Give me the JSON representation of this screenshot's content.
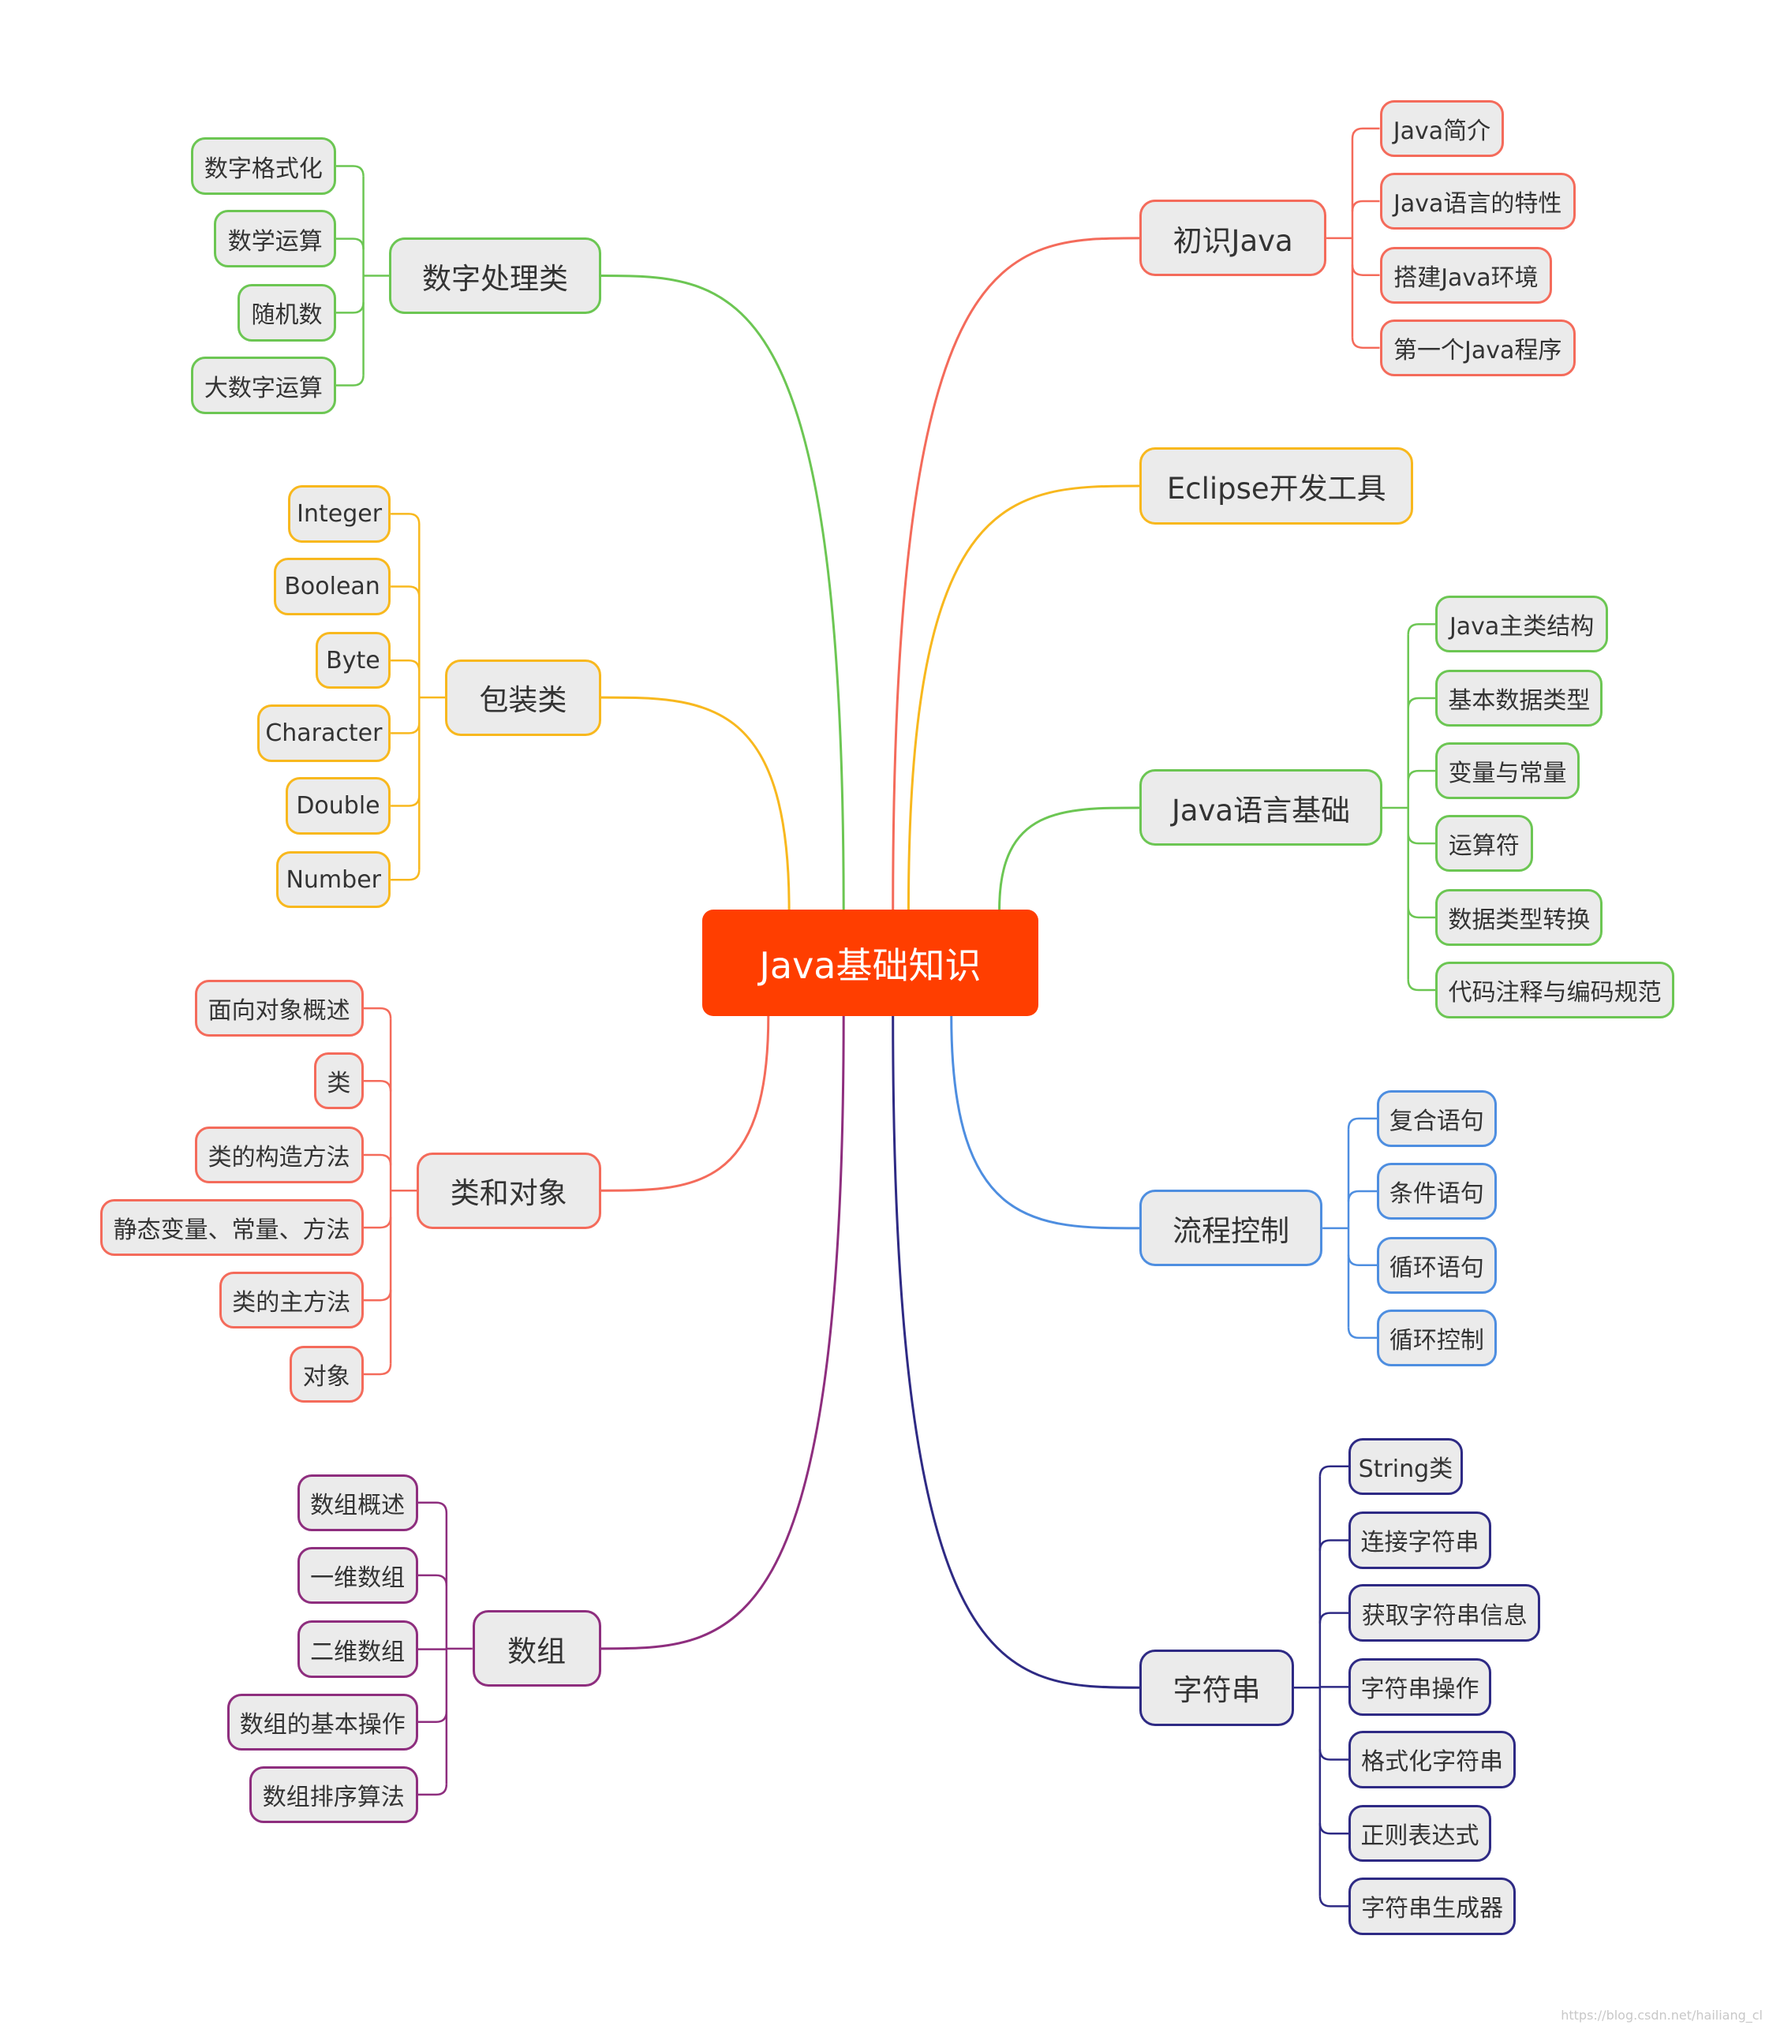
{
  "central": "Java基础知识",
  "colors": {
    "red": "#f46b5b",
    "orange": "#f8b81e",
    "green": "#6cc653",
    "blue": "#4e8ee0",
    "purple": "#2e2a84",
    "magenta": "#8e2e7e",
    "central_bg": "#ff3e00",
    "node_bg": "#ebebeb"
  },
  "branches": [
    {
      "id": "chushi",
      "label": "初识Java",
      "color": "red",
      "children": [
        "Java简介",
        "Java语言的特性",
        "搭建Java环境",
        "第一个Java程序"
      ]
    },
    {
      "id": "eclipse",
      "label": "Eclipse开发工具",
      "color": "orange",
      "children": []
    },
    {
      "id": "yuyan",
      "label": "Java语言基础",
      "color": "green",
      "children": [
        "Java主类结构",
        "基本数据类型",
        "变量与常量",
        "运算符",
        "数据类型转换",
        "代码注释与编码规范"
      ]
    },
    {
      "id": "liucheng",
      "label": "流程控制",
      "color": "blue",
      "children": [
        "复合语句",
        "条件语句",
        "循环语句",
        "循环控制"
      ]
    },
    {
      "id": "zifuchuan",
      "label": "字符串",
      "color": "purple",
      "children": [
        "String类",
        "连接字符串",
        "获取字符串信息",
        "字符串操作",
        "格式化字符串",
        "正则表达式",
        "字符串生成器"
      ]
    },
    {
      "id": "shuzi",
      "label": "数字处理类",
      "color": "green",
      "children": [
        "数字格式化",
        "数学运算",
        "随机数",
        "大数字运算"
      ]
    },
    {
      "id": "baozhuang",
      "label": "包装类",
      "color": "orange",
      "children": [
        "Integer",
        "Boolean",
        "Byte",
        "Character",
        "Double",
        "Number"
      ]
    },
    {
      "id": "leihe",
      "label": "类和对象",
      "color": "red",
      "children": [
        "面向对象概述",
        "类",
        "类的构造方法",
        "静态变量、常量、方法",
        "类的主方法",
        "对象"
      ]
    },
    {
      "id": "shuzu",
      "label": "数组",
      "color": "magenta",
      "children": [
        "数组概述",
        "一维数组",
        "二维数组",
        "数组的基本操作",
        "数组排序算法"
      ]
    }
  ],
  "watermark": "https://blog.csdn.net/hailiang_cl"
}
